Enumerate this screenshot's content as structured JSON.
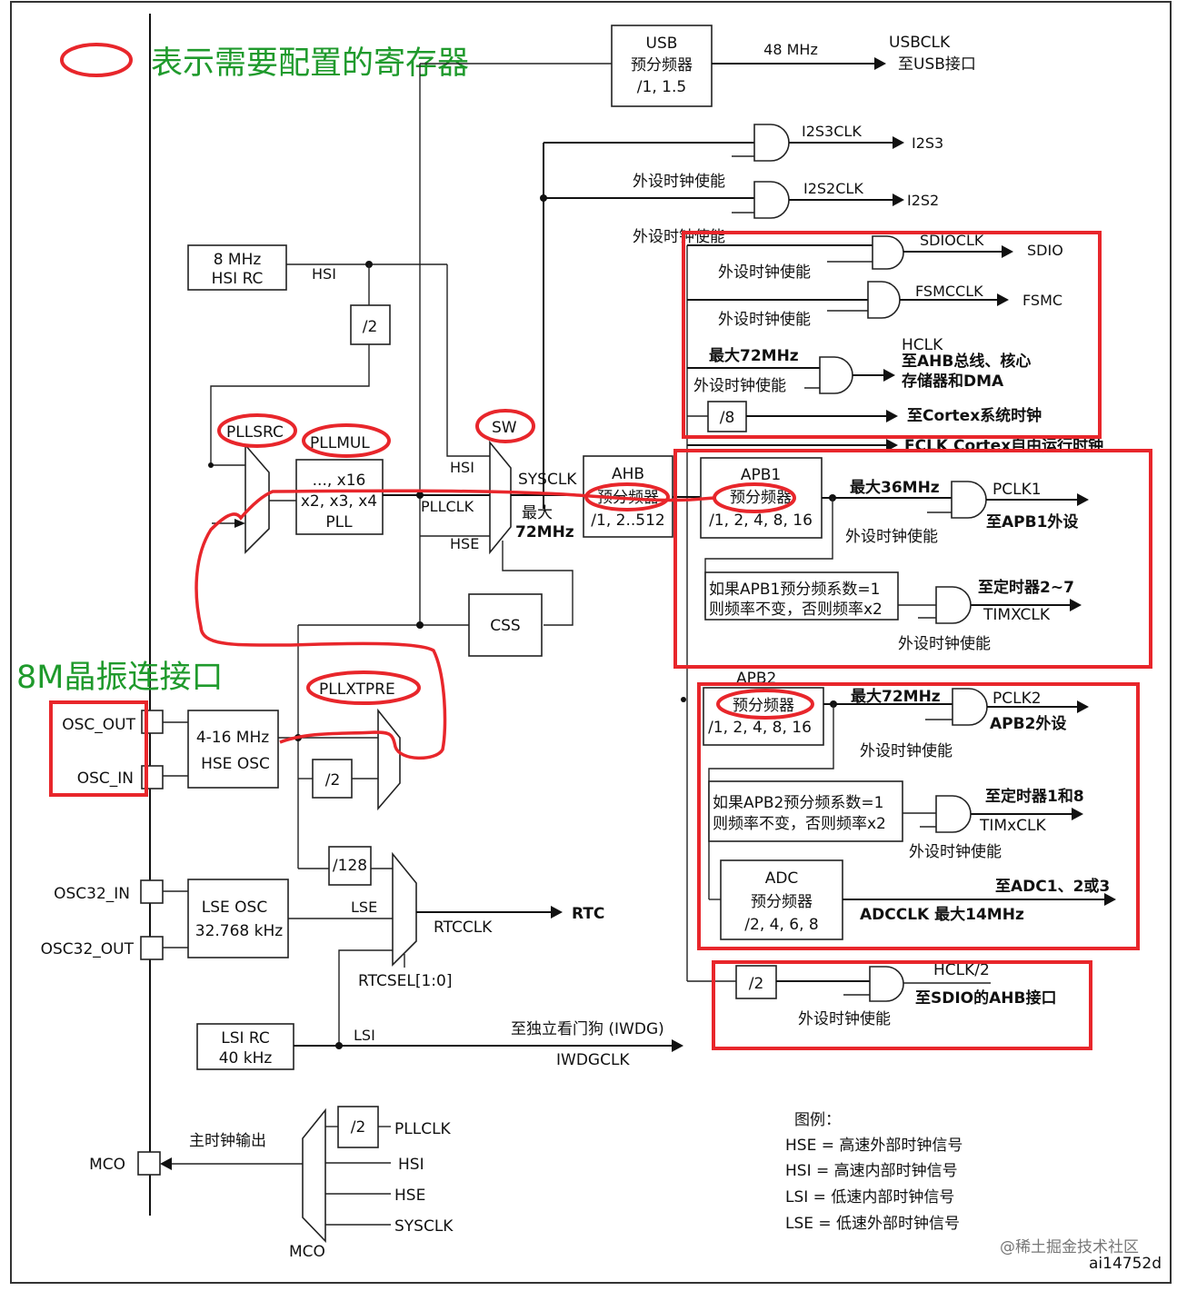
{
  "legend_top": {
    "text": "表示需要配置的寄存器"
  },
  "crystal_note": {
    "text": "8M晶振连接口"
  },
  "usb": {
    "l1": "USB",
    "l2": "预分频器",
    "l3": "/1, 1.5",
    "freq": "48 MHz",
    "out1": "USBCLK",
    "out2": "至USB接口"
  },
  "i2s3": {
    "clk": "I2S3CLK",
    "out": "I2S3",
    "en": "外设时钟使能"
  },
  "i2s2": {
    "clk": "I2S2CLK",
    "out": "I2S2",
    "en": "外设时钟使能"
  },
  "sdio": {
    "clk": "SDIOCLK",
    "out": "SDIO",
    "en": "外设时钟使能"
  },
  "fsmc": {
    "clk": "FSMCCLK",
    "out": "FSMC",
    "en": "外设时钟使能"
  },
  "hclk": {
    "max": "最大72MHz",
    "en": "外设时钟使能",
    "l1": "HCLK",
    "l2": "至AHB总线、核心",
    "l3": "存储器和DMA"
  },
  "cortex": {
    "div": "/8",
    "out": "至Cortex系统时钟",
    "fclk": "FCLK Cortex自由运行时钟"
  },
  "hsi_rc": {
    "l1": "8 MHz",
    "l2": "HSI RC",
    "sig": "HSI"
  },
  "div2_hsi": "/2",
  "pllsrc": "PLLSRC",
  "pllmul": "PLLMUL",
  "pll": {
    "l1": "..., x16",
    "l2": "x2, x3, x4",
    "l3": "PLL"
  },
  "sw": {
    "label": "SW",
    "hsi": "HSI",
    "pllclk": "PLLCLK",
    "hse": "HSE",
    "sysclk": "SYSCLK",
    "max1": "最大",
    "max2": "72MHz"
  },
  "ahb": {
    "l1": "AHB",
    "l2": "预分频器",
    "l3": "/1, 2..512"
  },
  "apb1": {
    "l1": "APB1",
    "l2": "预分频器",
    "l3": "/1, 2, 4, 8, 16",
    "max": "最大36MHz",
    "pclk": "PCLK1",
    "out": "至APB1外设",
    "en": "外设时钟使能",
    "note1": "如果APB1预分频系数=1",
    "note2": "则频率不变，否则频率x2",
    "tim1": "至定时器2~7",
    "tim2": "TIMXCLK",
    "en2": "外设时钟使能"
  },
  "apb2": {
    "l0": "APB2",
    "l2": "预分频器",
    "l3": "/1, 2, 4, 8, 16",
    "max": "最大72MHz",
    "pclk": "PCLK2",
    "out": "APB2外设",
    "en": "外设时钟使能",
    "note1": "如果APB2预分频系数=1",
    "note2": "则频率不变，否则频率x2",
    "tim1": "至定时器1和8",
    "tim2": "TIMxCLK",
    "en2": "外设时钟使能"
  },
  "adc": {
    "l1": "ADC",
    "l2": "预分频器",
    "l3": "/2, 4, 6, 8",
    "out": "至ADC1、2或3",
    "clk": "ADCCLK  最大14MHz"
  },
  "sdio_ahb": {
    "div": "/2",
    "top": "HCLK/2",
    "out": "至SDIO的AHB接口",
    "en": "外设时钟使能"
  },
  "css": "CSS",
  "pllxtpre": "PLLXTPRE",
  "hse_osc": {
    "l1": "4-16 MHz",
    "l2": "HSE OSC",
    "div2": "/2"
  },
  "pins": {
    "osc_out": "OSC_OUT",
    "osc_in": "OSC_IN",
    "osc32_in": "OSC32_IN",
    "osc32_out": "OSC32_OUT",
    "mco": "MCO"
  },
  "lse": {
    "l1": "LSE OSC",
    "l2": "32.768 kHz",
    "sig": "LSE",
    "div128": "/128",
    "rtcclk": "RTCCLK",
    "rtc": "RTC",
    "sel": "RTCSEL[1:0]"
  },
  "lsi": {
    "l1": "LSI RC",
    "l2": "40 kHz",
    "sig": "LSI",
    "iwdg1": "至独立看门狗  (IWDG)",
    "iwdg2": "IWDGCLK"
  },
  "mco": {
    "label": "主时钟输出",
    "div2": "/2",
    "pllclk": "PLLCLK",
    "hsi": "HSI",
    "hse": "HSE",
    "sysclk": "SYSCLK",
    "mux": "MCO"
  },
  "legend": {
    "title": "图例：",
    "hse": "HSE = 高速外部时钟信号",
    "hsi": "HSI = 高速内部时钟信号",
    "lsi": "LSI = 低速内部时钟信号",
    "lse": "LSE = 低速外部时钟信号"
  },
  "watermark": "@稀土掘金技术社区",
  "code": "ai14752d"
}
